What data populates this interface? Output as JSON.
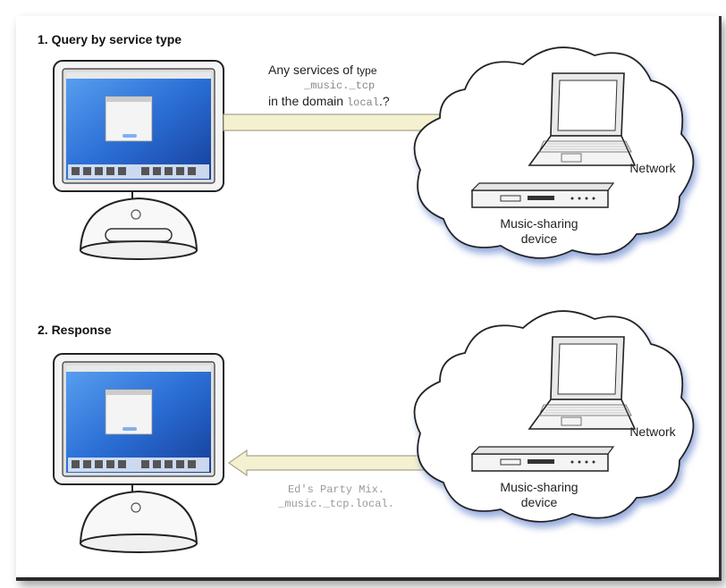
{
  "sections": [
    {
      "heading": "1. Query by service type",
      "message_lines": {
        "line1_prefix": "Any services of ",
        "line1_small": "type",
        "line2": "_music._tcp",
        "line3_prefix": "in the domain ",
        "line3_mono": "local",
        "line3_suffix": ".?"
      },
      "cloud_labels": {
        "network": "Network",
        "device_line1": "Music-sharing",
        "device_line2": "device"
      }
    },
    {
      "heading": "2. Response",
      "message_lines": {
        "line1": "Ed's Party Mix.",
        "line2": "_music._tcp.local."
      },
      "cloud_labels": {
        "network": "Network",
        "device_line1": "Music-sharing",
        "device_line2": "device"
      }
    }
  ],
  "colors": {
    "arrow_fill": "#f4f1d0",
    "arrow_stroke": "#a8a58a",
    "screen_blue": "#2b6fd6",
    "cloud_shadow": "#8fa6d8"
  }
}
